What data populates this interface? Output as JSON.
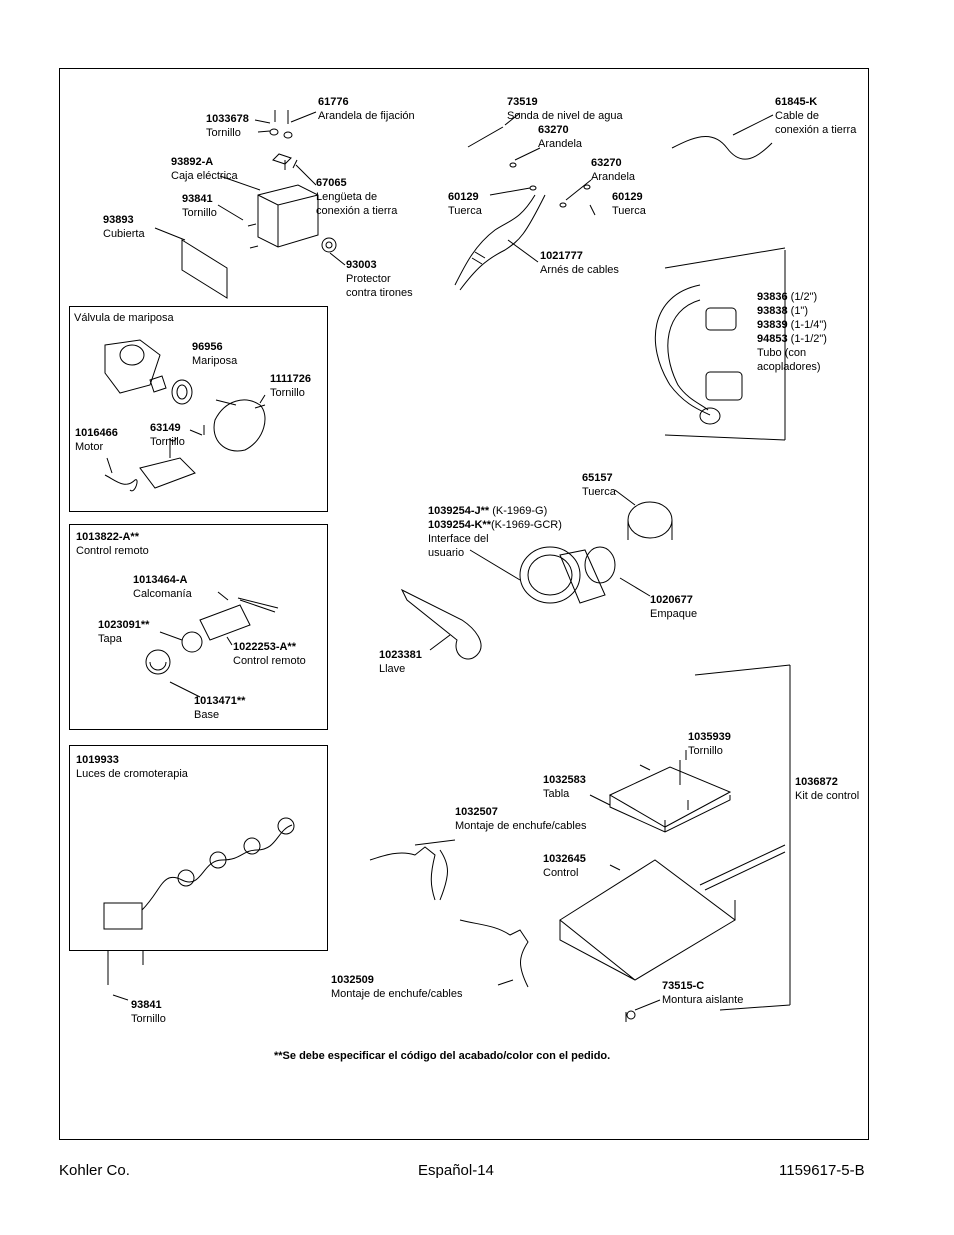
{
  "parts": {
    "p61776": {
      "num": "61776",
      "desc": "Arandela de fijación"
    },
    "p1033678": {
      "num": "1033678",
      "desc": "Tornillo"
    },
    "p93892a": {
      "num": "93892-A",
      "desc": "Caja eléctrica"
    },
    "p67065": {
      "num": "67065",
      "desc1": "Lengüeta de",
      "desc2": "conexión a tierra"
    },
    "p93841a": {
      "num": "93841",
      "desc": "Tornillo"
    },
    "p93893": {
      "num": "93893",
      "desc": "Cubierta"
    },
    "p93003": {
      "num": "93003",
      "desc1": "Protector",
      "desc2": "contra tirones"
    },
    "p73519": {
      "num": "73519",
      "desc": "Sonda de nivel de agua"
    },
    "p63270a": {
      "num": "63270",
      "desc": "Arandela"
    },
    "p63270b": {
      "num": "63270",
      "desc": "Arandela"
    },
    "p60129a": {
      "num": "60129",
      "desc": "Tuerca"
    },
    "p60129b": {
      "num": "60129",
      "desc": "Tuerca"
    },
    "p1021777": {
      "num": "1021777",
      "desc": "Arnés de cables"
    },
    "p61845k": {
      "num": "61845-K",
      "desc1": "Cable de",
      "desc2": "conexión a tierra"
    },
    "tubes": {
      "n1": "93836",
      "s1": "(1/2\")",
      "n2": "93838",
      "s2": "(1\")",
      "n3": "93839",
      "s3": "(1-1/4\")",
      "n4": "94853",
      "s4": "(1-1/2\")",
      "desc1": "Tubo (con",
      "desc2": "acopladores)"
    },
    "butterfly_title": "Válvula de mariposa",
    "p96956": {
      "num": "96956",
      "desc": "Mariposa"
    },
    "p1111726": {
      "num": "1111726",
      "desc": "Tornillo"
    },
    "p63149": {
      "num": "63149",
      "desc": "Tornillo"
    },
    "p1016466": {
      "num": "1016466",
      "desc": "Motor"
    },
    "p65157": {
      "num": "65157",
      "desc": "Tuerca"
    },
    "p1039254": {
      "num1": "1039254-J**",
      "s1": "(K-1969-G)",
      "num2": "1039254-K**",
      "s2": "(K-1969-GCR)",
      "desc1": "Interface del",
      "desc2": "usuario"
    },
    "p1020677": {
      "num": "1020677",
      "desc": "Empaque"
    },
    "p1023381": {
      "num": "1023381",
      "desc": "Llave"
    },
    "p1013822": {
      "num": "1013822-A**",
      "desc": "Control remoto"
    },
    "p1013464": {
      "num": "1013464-A",
      "desc": "Calcomanía"
    },
    "p1023091": {
      "num": "1023091**",
      "desc": "Tapa"
    },
    "p1022253": {
      "num": "1022253-A**",
      "desc": "Control remoto"
    },
    "p1013471": {
      "num": "1013471**",
      "desc": "Base"
    },
    "p1019933": {
      "num": "1019933",
      "desc": "Luces de cromoterapia"
    },
    "p93841b": {
      "num": "93841",
      "desc": "Tornillo"
    },
    "p1035939": {
      "num": "1035939",
      "desc": "Tornillo"
    },
    "p1032583": {
      "num": "1032583",
      "desc": "Tabla"
    },
    "p1036872": {
      "num": "1036872",
      "desc": "Kit de control"
    },
    "p1032507": {
      "num": "1032507",
      "desc": "Montaje de enchufe/cables"
    },
    "p1032645": {
      "num": "1032645",
      "desc": "Control"
    },
    "p1032509": {
      "num": "1032509",
      "desc": "Montaje de enchufe/cables"
    },
    "p73515c": {
      "num": "73515-C",
      "desc": "Montura aislante"
    }
  },
  "note": "**Se debe especificar el código del acabado/color con el pedido.",
  "footer": {
    "left": "Kohler Co.",
    "center": "Español-14",
    "right": "1159617-5-B"
  }
}
